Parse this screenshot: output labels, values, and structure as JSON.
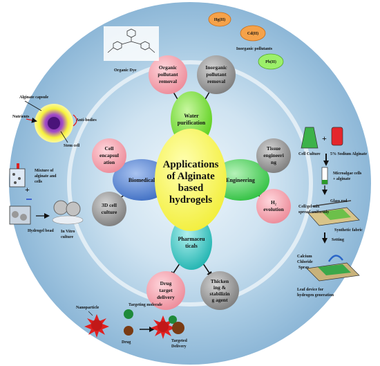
{
  "center": {
    "lines": [
      "Applications",
      "of Alginate",
      "based",
      "hydrogels"
    ]
  },
  "petals": {
    "water": [
      "Water",
      "purification"
    ],
    "engineering": [
      "Engineering"
    ],
    "pharma": [
      "Pharmaceu",
      "ticals"
    ],
    "biomedical": [
      "Biomedical"
    ]
  },
  "apps": {
    "organic_removal": [
      "Organic",
      "pollutant",
      "removal"
    ],
    "inorganic_removal": [
      "Inorganic",
      "pollutant",
      "removal"
    ],
    "tissue": [
      "Tissue",
      "engineeri",
      "ng"
    ],
    "h2": [
      "H₂",
      "evolution"
    ],
    "thickening": [
      "Thicken",
      "ing &",
      "stabilizin",
      "g agent"
    ],
    "drug_target": [
      "Drug",
      "target",
      "delivery"
    ],
    "cell_culture": [
      "3D cell",
      "culture"
    ],
    "cell_encap": [
      "Cell",
      "encapsul",
      "ation"
    ]
  },
  "pollutants": {
    "dye_label": "Organic Dye",
    "hg": "Hg(II)",
    "cd": "Cd(II)",
    "pb": "Pb(II)",
    "inorganic_label": "Inorganic pollutants"
  },
  "biomed_labels": {
    "capsule": "Alginate capsule",
    "nutrients": "Nutrients",
    "antibodies": "Anti-bodies",
    "stem": "Stem cell",
    "mixture": [
      "Mixture of",
      "alginate and",
      "cells"
    ],
    "bead": "Hydrogel bead",
    "invitro": [
      "In Vitro",
      "culture"
    ]
  },
  "eng_labels": {
    "culture": "Cell Culture",
    "alginate": "5% Sodium  Alginate",
    "microalgae": [
      "Microalgae cells",
      "+ alginate"
    ],
    "glass": "Glass rod",
    "mix": [
      "Cell/gel mix",
      "spread uniformly"
    ],
    "fabric": "Synthetic fabric",
    "setting": "Setting",
    "calcium": [
      "Calcium",
      "Chloride",
      "Spray"
    ],
    "leaf": [
      "Leaf device for",
      "hydrogen generation"
    ]
  },
  "drug_labels": {
    "nano": "Nanoparticle",
    "targeting": "Targeting molecule",
    "drug": "Drug",
    "targeted": [
      "Targeted",
      "Delivery"
    ]
  },
  "colors": {
    "center": "#ffff66",
    "water": "#7ee32f",
    "engineering": "#4ad65a",
    "pharma": "#33c6c4",
    "biomedical": "#4f7fd0",
    "pink": "#f3a0ad",
    "gray": "#8e8e8e"
  }
}
